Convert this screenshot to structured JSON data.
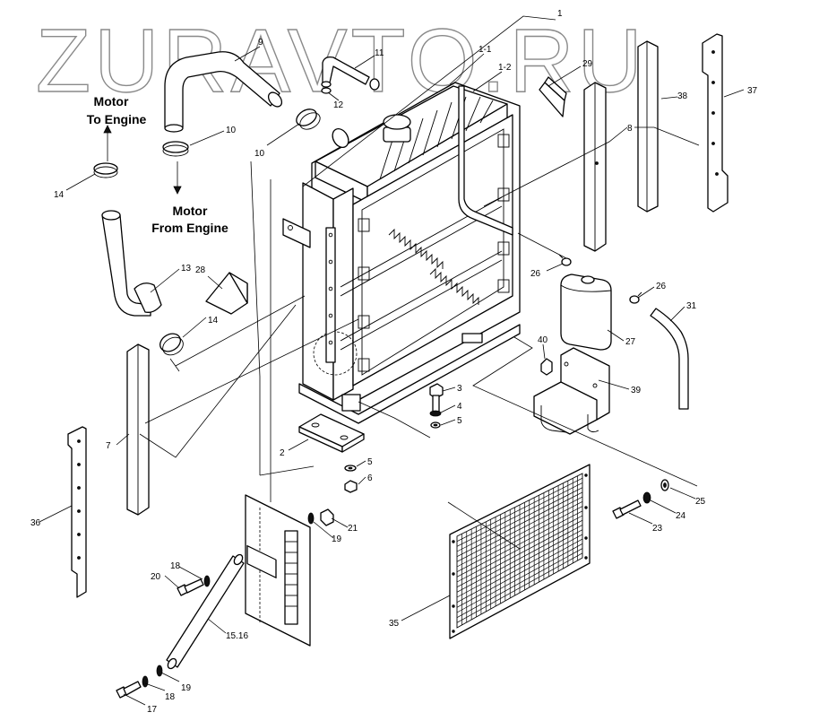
{
  "watermark": "ZURAVTO.RU",
  "flow_labels": {
    "to_engine_line1": "Motor",
    "to_engine_line2": "To Engine",
    "from_engine_line1": "Motor",
    "from_engine_line2": "From Engine"
  },
  "callouts": {
    "c1": "1",
    "c1_1": "1-1",
    "c1_2": "1-2",
    "c2": "2",
    "c3": "3",
    "c4": "4",
    "c5a": "5",
    "c5b": "5",
    "c6": "6",
    "c7": "7",
    "c8": "8",
    "c9": "9",
    "c10a": "10",
    "c10b": "10",
    "c11": "11",
    "c12": "12",
    "c13": "13",
    "c14a": "14",
    "c14b": "14",
    "c15": "15.16",
    "c17": "17",
    "c18a": "18",
    "c18b": "18",
    "c19a": "19",
    "c19b": "19",
    "c20": "20",
    "c21": "21",
    "c23": "23",
    "c24": "24",
    "c25": "25",
    "c26a": "26",
    "c26b": "26",
    "c27": "27",
    "c28": "28",
    "c29": "29",
    "c31": "31",
    "c35": "35",
    "c36": "36",
    "c37": "37",
    "c38": "38",
    "c39": "39",
    "c40": "40"
  }
}
